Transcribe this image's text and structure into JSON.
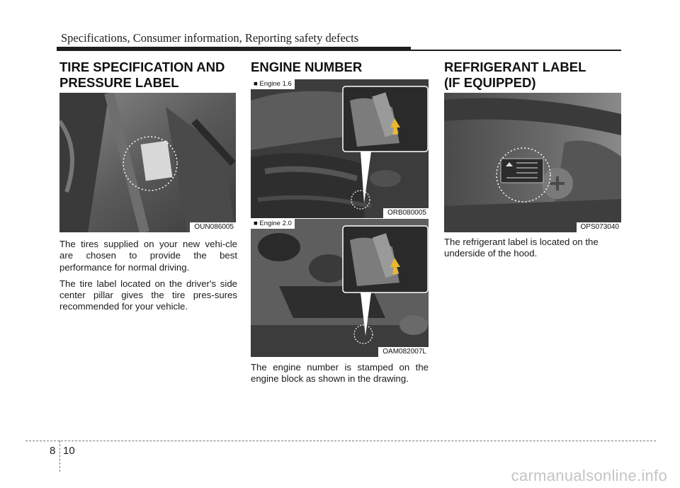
{
  "header": {
    "title": "Specifications, Consumer information, Reporting safety defects"
  },
  "tire_section": {
    "title_line1": "TIRE SPECIFICATION AND",
    "title_line2": "PRESSURE LABEL",
    "image_code": "OUN086005",
    "paragraph1": "The tires supplied on your new vehi-cle are chosen to provide the best performance for normal driving.",
    "paragraph2": "The tire label located on the driver's side center pillar gives the tire pres-sures recommended for your vehicle."
  },
  "engine_section": {
    "title": "ENGINE NUMBER",
    "image1_label": "■ Engine 1.6",
    "image1_code": "ORB080005",
    "image2_label": "■ Engine 2.0",
    "image2_code": "OAM082007L",
    "paragraph": "The engine number is stamped on the engine block as shown in the drawing."
  },
  "refrigerant_section": {
    "title_line1": "REFRIGERANT LABEL",
    "title_line2": "(IF EQUIPPED)",
    "image_code": "OPS073040",
    "paragraph": "The refrigerant label is located on the underside of the hood."
  },
  "footer": {
    "chapter": "8",
    "page": "10",
    "watermark": "carmanualsonline.info"
  }
}
